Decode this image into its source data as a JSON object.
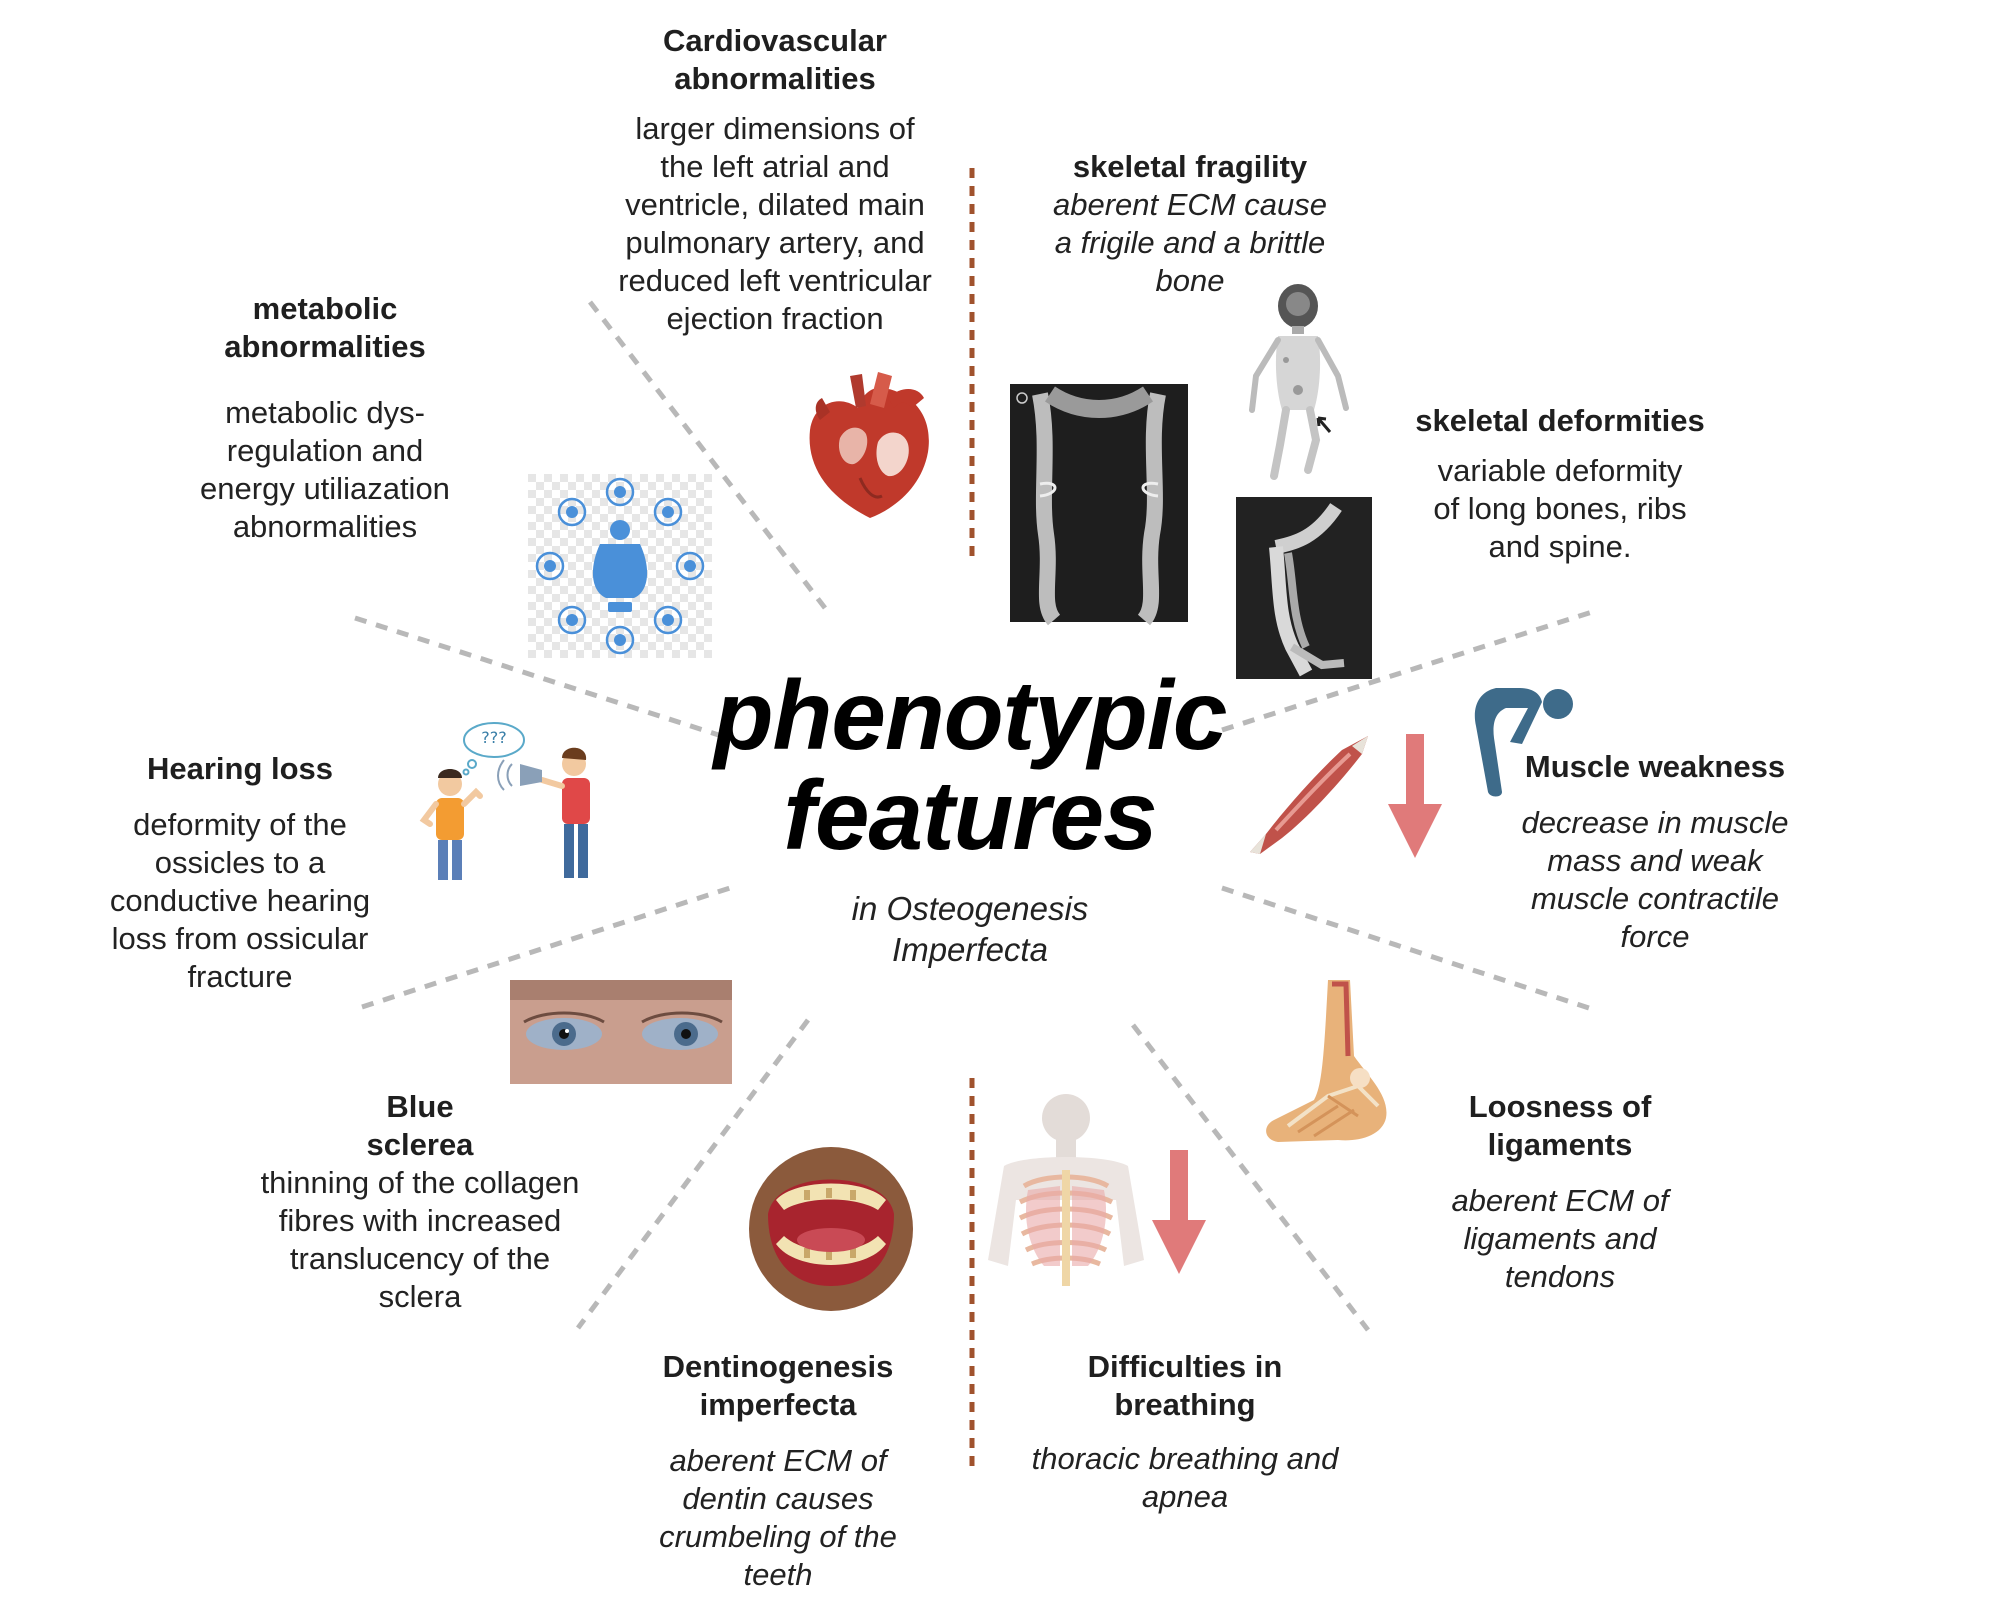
{
  "center": {
    "title_line1": "phenotypic",
    "title_line2": "features",
    "subtitle_line1": "in Osteogenesis",
    "subtitle_line2": "Imperfecta"
  },
  "features": {
    "cardiovascular": {
      "title": [
        "Cardiovascular",
        "abnormalities"
      ],
      "description": [
        "larger dimensions of",
        "the left atrial and",
        "ventricle, dilated main",
        "pulmonary artery, and",
        "reduced left ventricular",
        "ejection fraction"
      ]
    },
    "skeletal_fragility": {
      "title": [
        "skeletal fragility"
      ],
      "description": [
        "aberent ECM cause",
        "a frigile and a brittle",
        "bone"
      ]
    },
    "metabolic": {
      "title": [
        "metabolic",
        "abnormalities"
      ],
      "description": [
        "metabolic dys-",
        "regulation and",
        "energy utiliazation",
        "abnormalities"
      ]
    },
    "skeletal_deformities": {
      "title": [
        "skeletal deformities"
      ],
      "description": [
        "variable deformity",
        "of long bones, ribs",
        "and spine."
      ]
    },
    "muscle_weakness": {
      "title": [
        "Muscle weakness"
      ],
      "description": [
        "decrease in muscle",
        "mass and weak",
        "muscle contractile",
        "force"
      ]
    },
    "hearing_loss": {
      "title": [
        "Hearing loss"
      ],
      "description": [
        "deformity of the",
        "ossicles to a",
        "conductive hearing",
        "loss from ossicular",
        "fracture"
      ],
      "speech_bubble": "???"
    },
    "blue_sclera": {
      "title": [
        "Blue",
        "sclerea"
      ],
      "description": [
        "thinning of the collagen",
        "fibres with increased",
        "translucency of the",
        "sclera"
      ]
    },
    "loose_ligaments": {
      "title": [
        "Loosness of",
        "ligaments"
      ],
      "description": [
        "aberent ECM of",
        "ligaments and",
        "tendons"
      ]
    },
    "dentinogenesis": {
      "title": [
        "Dentinogenesis",
        "imperfecta"
      ],
      "description": [
        "aberent ECM of",
        "dentin causes",
        "crumbeling of the",
        "teeth"
      ]
    },
    "breathing": {
      "title": [
        "Difficulties in",
        "breathing"
      ],
      "description": [
        "thoracic breathing and",
        "apnea"
      ]
    }
  },
  "colors": {
    "divider_gray": "#b8b8b8",
    "divider_brown": "#a0522d",
    "arrow_red": "#e07a7a",
    "icon_blue": "#4a90d9",
    "figure_teal": "#3e6b8a"
  },
  "icons": [
    "heart-icon",
    "metabolic-icon",
    "xray-legs-icon",
    "skeleton-scan-icon",
    "xray-arm-icon",
    "muscle-icon",
    "bending-person-icon",
    "down-arrow-icon",
    "hearing-loss-icon",
    "blue-eyes-icon",
    "foot-ligaments-icon",
    "open-mouth-icon",
    "ribcage-icon"
  ]
}
